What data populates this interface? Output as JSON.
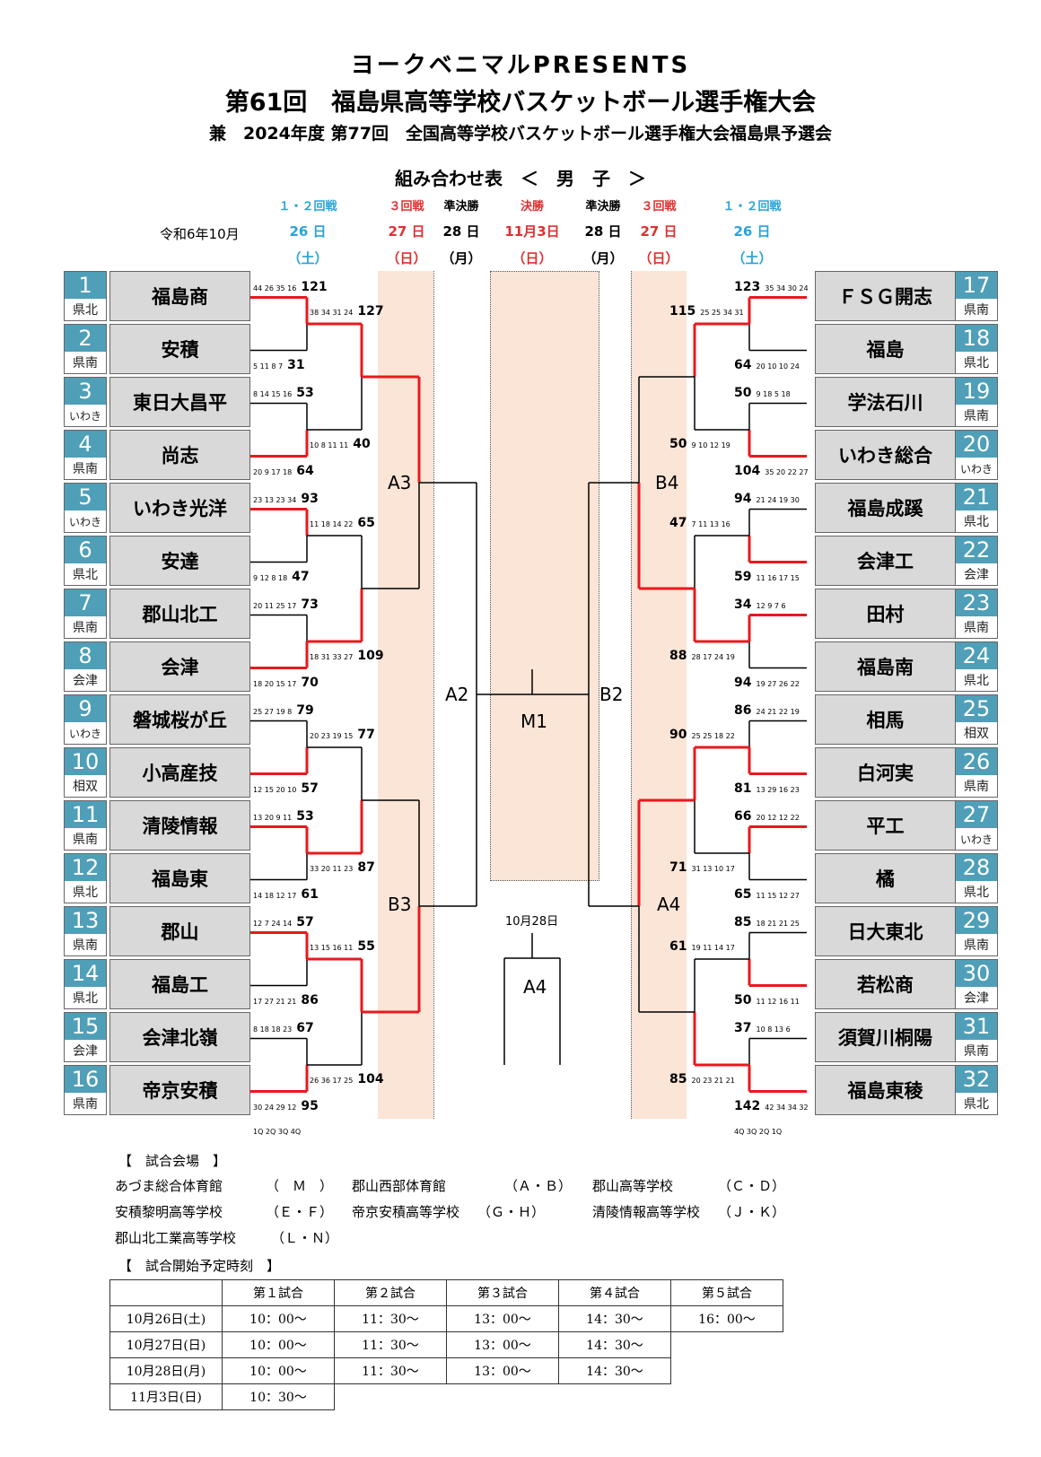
{
  "titles": {
    "line1": "ヨークベニマルPRESENTS",
    "line2": "第61回　福島県高等学校バスケットボール選手権大会",
    "line3": "兼　2024年度 第77回　全国高等学校バスケットボール選手権大会福島県予選会",
    "line4": "組み合わせ表　＜　男　子　＞"
  },
  "era": "令和6年10月",
  "round_headers": [
    {
      "round": "１・２回戦",
      "date": "26 日",
      "dow": "（土）",
      "color": "#29a3d9"
    },
    {
      "round": "３回戦",
      "date": "27 日",
      "dow": "（日）",
      "color": "#e03030"
    },
    {
      "round": "準決勝",
      "date": "28 日",
      "dow": "（月）",
      "color": "#000000"
    },
    {
      "round": "決勝",
      "date": "11月3日",
      "dow": "（日）",
      "color": "#e03030"
    },
    {
      "round": "準決勝",
      "date": "28 日",
      "dow": "（月）",
      "color": "#000000"
    },
    {
      "round": "３回戦",
      "date": "27 日",
      "dow": "（日）",
      "color": "#e03030"
    },
    {
      "round": "１・２回戦",
      "date": "26 日",
      "dow": "（土）",
      "color": "#29a3d9"
    }
  ],
  "teams_left": [
    {
      "num": "1",
      "region": "県北",
      "name": "福島商"
    },
    {
      "num": "2",
      "region": "県南",
      "name": "安積"
    },
    {
      "num": "3",
      "region": "いわき",
      "name": "東日大昌平"
    },
    {
      "num": "4",
      "region": "県南",
      "name": "尚志"
    },
    {
      "num": "5",
      "region": "いわき",
      "name": "いわき光洋"
    },
    {
      "num": "6",
      "region": "県北",
      "name": "安達"
    },
    {
      "num": "7",
      "region": "県南",
      "name": "郡山北工"
    },
    {
      "num": "8",
      "region": "会津",
      "name": "会津"
    },
    {
      "num": "9",
      "region": "いわき",
      "name": "磐城桜が丘"
    },
    {
      "num": "10",
      "region": "相双",
      "name": "小高産技"
    },
    {
      "num": "11",
      "region": "県南",
      "name": "清陵情報"
    },
    {
      "num": "12",
      "region": "県北",
      "name": "福島東"
    },
    {
      "num": "13",
      "region": "県南",
      "name": "郡山"
    },
    {
      "num": "14",
      "region": "県北",
      "name": "福島工"
    },
    {
      "num": "15",
      "region": "会津",
      "name": "会津北嶺"
    },
    {
      "num": "16",
      "region": "県南",
      "name": "帝京安積"
    }
  ],
  "teams_right": [
    {
      "num": "17",
      "region": "県南",
      "name": "ＦＳＧ開志"
    },
    {
      "num": "18",
      "region": "県北",
      "name": "福島"
    },
    {
      "num": "19",
      "region": "県南",
      "name": "学法石川"
    },
    {
      "num": "20",
      "region": "いわき",
      "name": "いわき総合"
    },
    {
      "num": "21",
      "region": "県北",
      "name": "福島成蹊"
    },
    {
      "num": "22",
      "region": "会津",
      "name": "会津工"
    },
    {
      "num": "23",
      "region": "県南",
      "name": "田村"
    },
    {
      "num": "24",
      "region": "県北",
      "name": "福島南"
    },
    {
      "num": "25",
      "region": "相双",
      "name": "相馬"
    },
    {
      "num": "26",
      "region": "県南",
      "name": "白河実"
    },
    {
      "num": "27",
      "region": "いわき",
      "name": "平工"
    },
    {
      "num": "28",
      "region": "県北",
      "name": "橘"
    },
    {
      "num": "29",
      "region": "県南",
      "name": "日大東北"
    },
    {
      "num": "30",
      "region": "会津",
      "name": "若松商"
    },
    {
      "num": "31",
      "region": "県南",
      "name": "須賀川桐陽"
    },
    {
      "num": "32",
      "region": "県北",
      "name": "福島東稜"
    }
  ],
  "scores_left": [
    {
      "q": "44 26 35 16",
      "total": "121"
    },
    {
      "q": "5 11 8 7",
      "total": "31"
    },
    {
      "q": "8 14 15 16",
      "total": "53"
    },
    {
      "q": "20 9 17 18",
      "total": "64"
    },
    {
      "q": "23 13 23 34",
      "total": "93"
    },
    {
      "q": "9 12 8 18",
      "total": "47"
    },
    {
      "q": "20 11 25 17",
      "total": "73"
    },
    {
      "q": "18 20 15 17",
      "total": "70"
    },
    {
      "q": "25 27 19 8",
      "total": "79"
    },
    {
      "q": "12 15 20 10",
      "total": "57"
    },
    {
      "q": "13 20 9 11",
      "total": "53"
    },
    {
      "q": "14 18 12 17",
      "total": "61"
    },
    {
      "q": "12 7 24 14",
      "total": "57"
    },
    {
      "q": "17 27 21 21",
      "total": "86"
    },
    {
      "q": "8 18 18 23",
      "total": "67"
    },
    {
      "q": "30 24 29 12",
      "total": "95"
    }
  ],
  "scores_right": [
    {
      "q": "35 34 30 24",
      "total": "123"
    },
    {
      "q": "20 10 10 24",
      "total": "64"
    },
    {
      "q": "9 18 5 18",
      "total": "50"
    },
    {
      "q": "35 20 22 27",
      "total": "104"
    },
    {
      "q": "21 24 19 30",
      "total": "94"
    },
    {
      "q": "11 16 17 15",
      "total": "59"
    },
    {
      "q": "12 9 7 6",
      "total": "34"
    },
    {
      "q": "19 27 26 22",
      "total": "94"
    },
    {
      "q": "24 21 22 19",
      "total": "86"
    },
    {
      "q": "13 29 16 23",
      "total": "81"
    },
    {
      "q": "20 12 12 22",
      "total": "66"
    },
    {
      "q": "11 15 12 27",
      "total": "65"
    },
    {
      "q": "18 21 21 25",
      "total": "85"
    },
    {
      "q": "11 12 16 11",
      "total": "50"
    },
    {
      "q": "10 8 13 6",
      "total": "37"
    },
    {
      "q": "42 34 34 32",
      "total": "142"
    }
  ],
  "second_round_left": [
    {
      "q": "38 34 31 24",
      "total": "127"
    },
    {
      "q": "10 8 11 11",
      "total": "40"
    },
    {
      "q": "11 18 14 22",
      "total": "65"
    },
    {
      "q": "18 31 33 27",
      "total": "109"
    },
    {
      "q": "20 23 19 15",
      "total": "77"
    },
    {
      "q": "33 20 11 23",
      "total": "87"
    },
    {
      "q": "13 15 16 11",
      "total": "55"
    },
    {
      "q": "26 36 17 25",
      "total": "104"
    }
  ],
  "second_round_right": [
    {
      "q": "25 25 34 31",
      "total": "115"
    },
    {
      "q": "9 10 12 19",
      "total": "50"
    },
    {
      "q": "7 11 13 16",
      "total": "47"
    },
    {
      "q": "28 17 24 19",
      "total": "88"
    },
    {
      "q": "25 25 18 22",
      "total": "90"
    },
    {
      "q": "31 13 10 17",
      "total": "71"
    },
    {
      "q": "19 11 14 17",
      "total": "61"
    },
    {
      "q": "20 23 21 21",
      "total": "85"
    }
  ],
  "bracket_labels": {
    "a3": "A3",
    "b3": "B3",
    "a2": "A2",
    "m1": "M1",
    "b2": "B2",
    "b4": "B4",
    "a4_right": "A4",
    "a4_box": "A4",
    "date_1028": "10月28日"
  },
  "quarter_legend_left": "1Q 2Q 3Q 4Q",
  "quarter_legend_right": "4Q 3Q 2Q 1Q",
  "venues": {
    "heading": "【　試合会場　】",
    "items": [
      {
        "name": "あづま総合体育館",
        "code": "（　Ｍ　）"
      },
      {
        "name": "郡山西部体育館",
        "code": "（Ａ・Ｂ）"
      },
      {
        "name": "郡山高等学校",
        "code": "（Ｃ・Ｄ）"
      },
      {
        "name": "安積黎明高等学校",
        "code": "（Ｅ・Ｆ）"
      },
      {
        "name": "帝京安積高等学校",
        "code": "（Ｇ・Ｈ）"
      },
      {
        "name": "清陵情報高等学校",
        "code": "（Ｊ・Ｋ）"
      },
      {
        "name": "郡山北工業高等学校",
        "code": "（Ｌ・Ｎ）"
      }
    ]
  },
  "schedule": {
    "heading": "【　試合開始予定時刻　】",
    "columns": [
      "",
      "第１試合",
      "第２試合",
      "第３試合",
      "第４試合",
      "第５試合"
    ],
    "rows": [
      [
        "10月26日(土)",
        "10：00〜",
        "11：30〜",
        "13：00〜",
        "14：30〜",
        "16：00〜"
      ],
      [
        "10月27日(日)",
        "10：00〜",
        "11：30〜",
        "13：00〜",
        "14：30〜",
        ""
      ],
      [
        "10月28日(月)",
        "10：00〜",
        "11：30〜",
        "13：00〜",
        "14：30〜",
        ""
      ],
      [
        "11月3日(日)",
        "10：30〜",
        "",
        "",
        "",
        ""
      ]
    ]
  },
  "colors": {
    "win_line": "#e8191e",
    "lose_line": "#000000",
    "number_box": "#4f9fb8",
    "band": "#fbe5d6",
    "name_box": "#d9d9d9"
  }
}
